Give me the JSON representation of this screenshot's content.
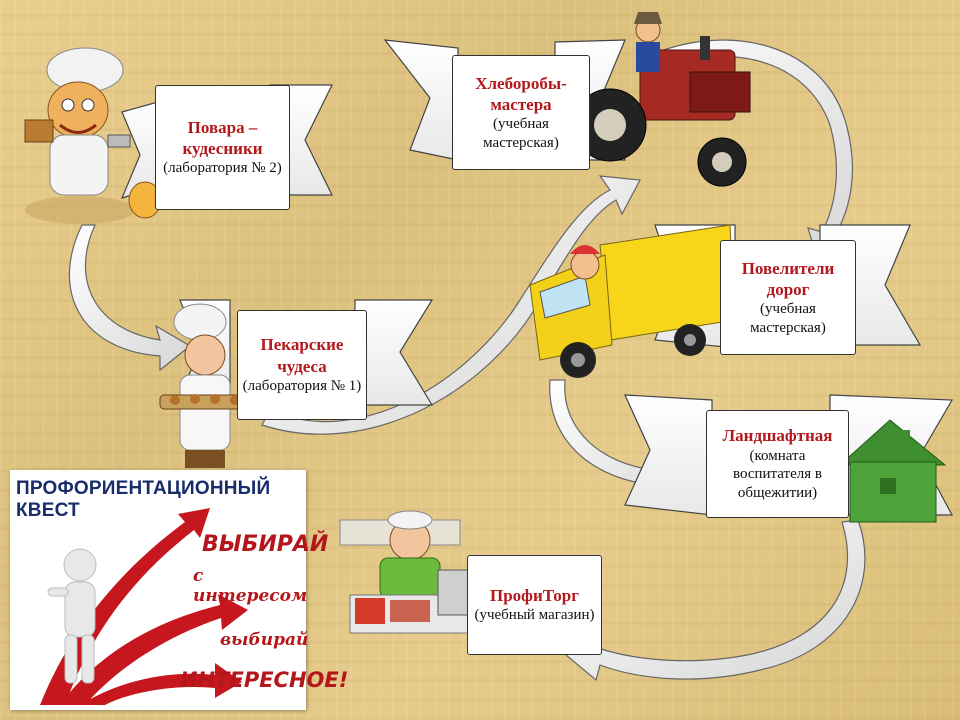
{
  "nodes": {
    "povara": {
      "title": "Повара – кудесники",
      "subtitle": "(лаборатория № 2)"
    },
    "khleboroby": {
      "title": "Хлеборобы-мастера",
      "subtitle": "(учебная мастерская)"
    },
    "povelitel": {
      "title": "Повелители дорог",
      "subtitle": "(учебная мастерская)"
    },
    "pekar": {
      "title": "Пекарские чудеса",
      "subtitle": "(лаборатория № 1)"
    },
    "landshaft": {
      "title": "Ландшафтная",
      "subtitle": "(комната воспитателя в общежитии)"
    },
    "profitorg": {
      "title": "ПрофиТорг",
      "subtitle": "(учебный магазин)"
    }
  },
  "banner": {
    "line1": "ПРОФОРИЕНТАЦИОННЫЙ",
    "line2": "КВЕСТ",
    "slogan1": "ВЫБИРАЙ",
    "slogan2": "с интересом",
    "slogan3": "выбирай",
    "slogan4": "ИНТЕРЕСНОЕ!"
  },
  "colors": {
    "title_red": "#b3181c",
    "banner_blue": "#1a2d6b",
    "arrow_red": "#c5171d"
  }
}
